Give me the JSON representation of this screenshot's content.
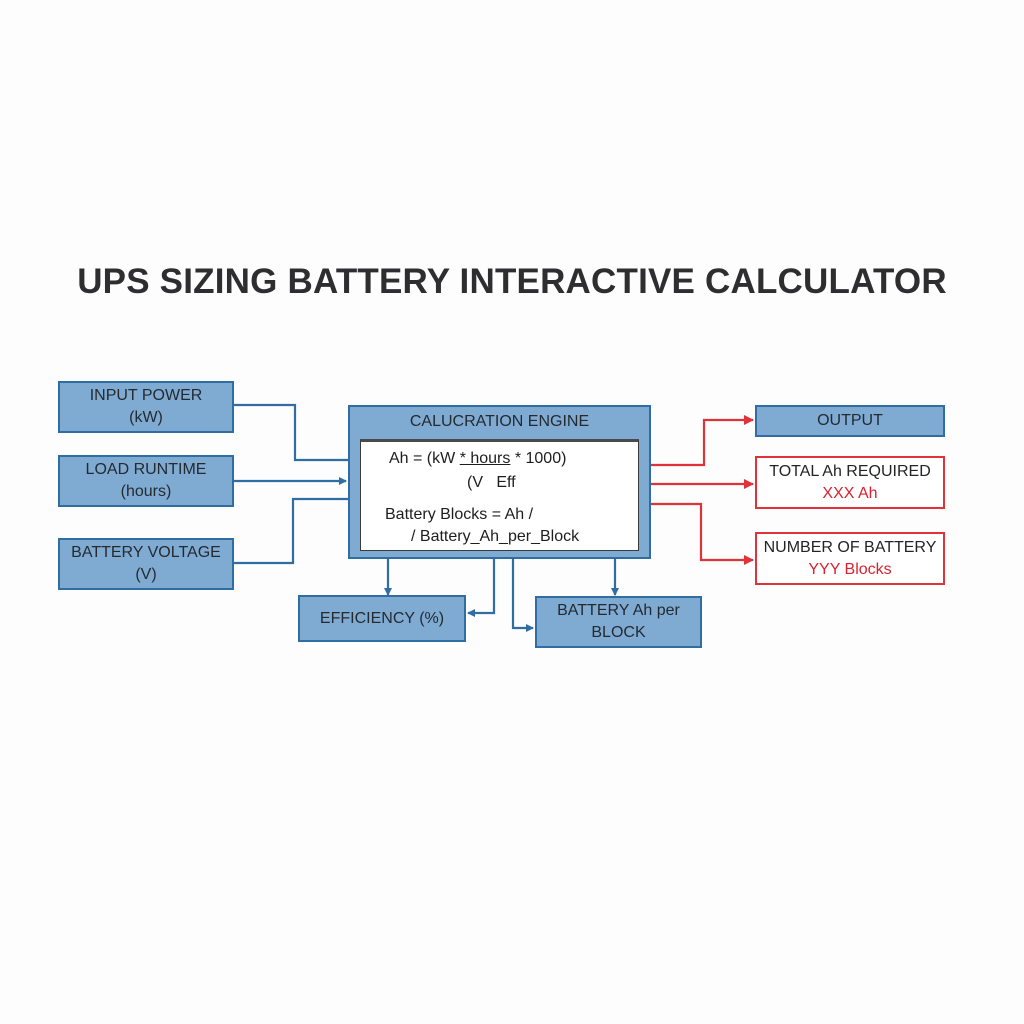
{
  "title": "UPS SIZING BATTERY INTERACTIVE CALCULATOR",
  "inputs": [
    {
      "label": "INPUT POWER",
      "unit": "(kW)"
    },
    {
      "label": "LOAD RUNTIME",
      "unit": "(hours)"
    },
    {
      "label": "BATTERY VOLTAGE",
      "unit": "(V)"
    }
  ],
  "engine": {
    "title": "CALUCRATION ENGINE",
    "formula_ah_line1_prefix": "Ah = (kW ",
    "formula_ah_line1_mid": "* hours",
    "formula_ah_line1_suffix": " * 1000)",
    "formula_ah_line2": "(V   Eff",
    "formula_blocks_line1": "Battery Blocks = Ah /",
    "formula_blocks_line2": "/ Battery_Ah_per_Block"
  },
  "parameters": {
    "efficiency": "EFFICIENCY (%)",
    "battery_ah_line1": "BATTERY Ah per",
    "battery_ah_line2": "BLOCK"
  },
  "outputs": {
    "header": "OUTPUT",
    "total_ah_label": "TOTAL Ah REQUIRED",
    "total_ah_value": "XXX Ah",
    "blocks_label": "NUMBER OF BATTERY",
    "blocks_value": "YYY Blocks"
  },
  "colors": {
    "box_fill": "#7fabd3",
    "box_border": "#2f6da3",
    "output_accent": "#e0323a"
  }
}
